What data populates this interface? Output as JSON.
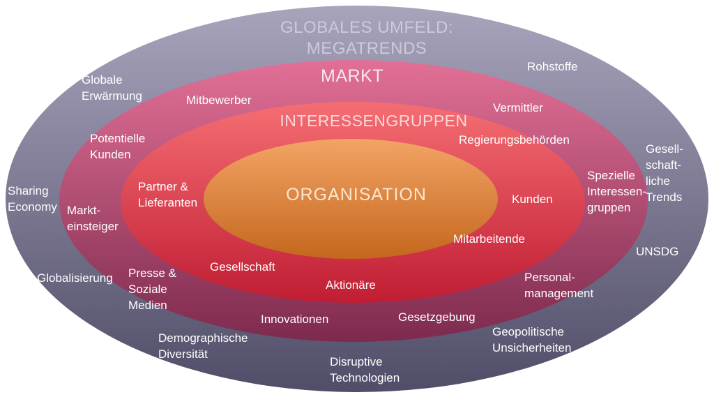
{
  "diagram": {
    "type": "concentric-ellipse-environment-model",
    "label_color": "#ffffff",
    "rings": [
      {
        "id": "globales-umfeld-megatrends",
        "title": "GLOBALES UMFELD:\nMEGATRENDS",
        "title_color": "#cdcadb",
        "gradient_top": "#a8a4bc",
        "gradient_bottom": "#504d68",
        "labels": [
          {
            "text": "Globale\nErwärmung"
          },
          {
            "text": "Rohstoffe"
          },
          {
            "text": "Sharing\nEconomy"
          },
          {
            "text": "Gesell-\nschaft-\nliche\nTrends"
          },
          {
            "text": "Globalisierung"
          },
          {
            "text": "UNSDG"
          },
          {
            "text": "Demographische\nDiversität"
          },
          {
            "text": "Geopolitische\nUnsicherheiten"
          },
          {
            "text": "Disruptive\nTechnologien"
          }
        ]
      },
      {
        "id": "markt",
        "title": "MARKT",
        "title_color": "#f6e8ee",
        "gradient_top": "#e27096",
        "gradient_bottom": "#7d2a4e",
        "labels": [
          {
            "text": "Mitbewerber"
          },
          {
            "text": "Vermittler"
          },
          {
            "text": "Potentielle\nKunden"
          },
          {
            "text": "Markt-\neinsteiger"
          },
          {
            "text": "Spezielle\nInteressen-\ngruppen"
          },
          {
            "text": "Presse &\nSoziale\nMedien"
          },
          {
            "text": "Personal-\nmanagement"
          },
          {
            "text": "Innovationen"
          },
          {
            "text": "Gesetzgebung"
          }
        ]
      },
      {
        "id": "interessengruppen",
        "title": "INTERESSENGRUPPEN",
        "title_color": "#fad8da",
        "gradient_top": "#f56e73",
        "gradient_bottom": "#c01d33",
        "labels": [
          {
            "text": "Regierungsbehörden"
          },
          {
            "text": "Partner &\nLieferanten"
          },
          {
            "text": "Kunden"
          },
          {
            "text": "Mitarbeitende"
          },
          {
            "text": "Gesellschaft"
          },
          {
            "text": "Aktionäre"
          }
        ]
      },
      {
        "id": "organisation",
        "title": "ORGANISATION",
        "title_color": "#fbe7d2",
        "gradient_top": "#f3a466",
        "gradient_bottom": "#c4671d",
        "labels": []
      }
    ]
  }
}
